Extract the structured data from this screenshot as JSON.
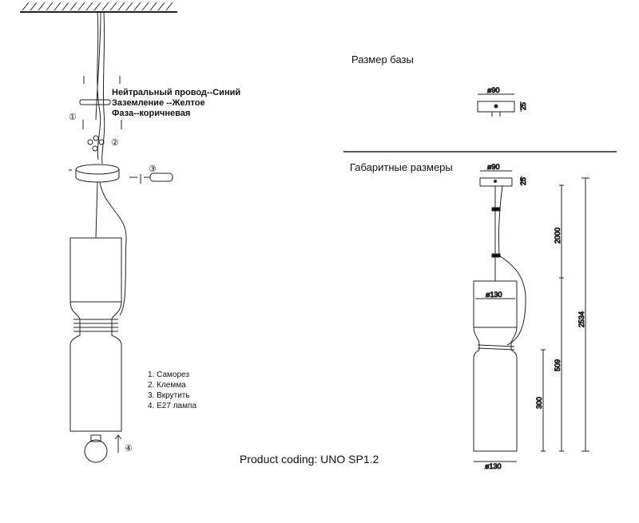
{
  "wiring_notes": [
    "Нейтральный провод--Синий",
    "Заземление --Желтое",
    "Фаза--коричневая"
  ],
  "step_markers": [
    "①",
    "②",
    "③",
    "④"
  ],
  "legend": [
    "1. Саморез",
    "2. Клемма",
    "3. Вкрутить",
    "4. E27 лампа"
  ],
  "product_coding": "Product coding: UNO SP1.2",
  "base_title": "Размер базы",
  "overall_title": "Габаритные размеры",
  "dimensions": {
    "base_diameter": "ø90",
    "base_height": "25",
    "shade_diameter": "ø130",
    "bottom_diameter": "ø130",
    "cord": "2000",
    "body": "509",
    "lower": "300",
    "total": "2534"
  }
}
